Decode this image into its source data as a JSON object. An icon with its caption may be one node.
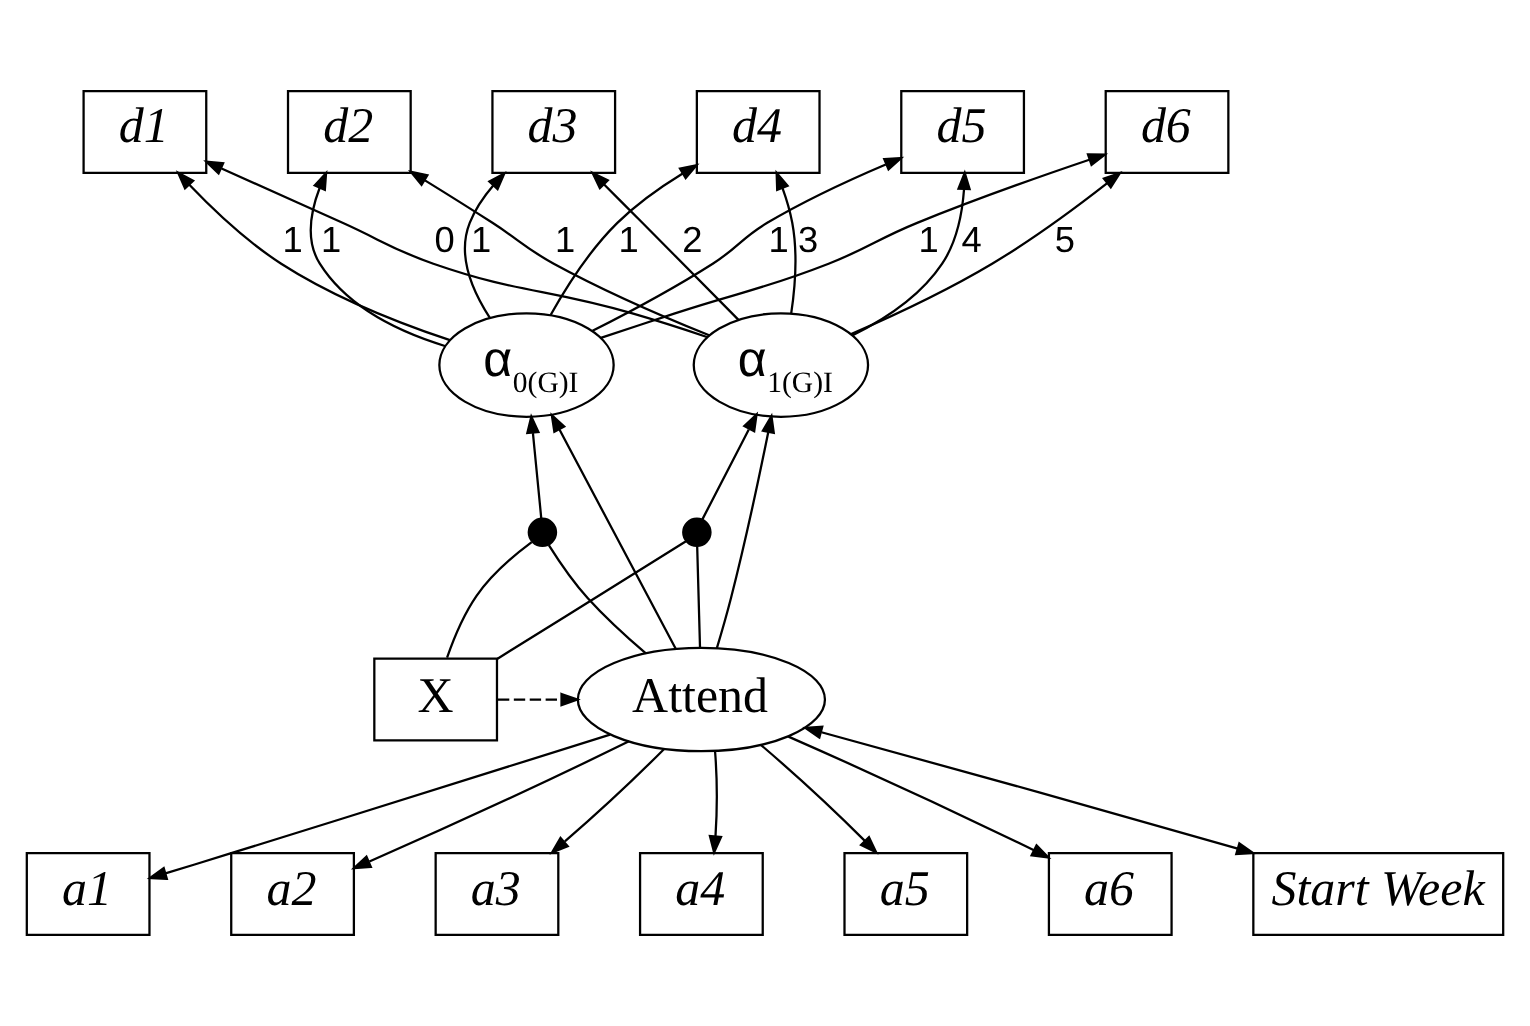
{
  "diagram": {
    "nodes": [
      {
        "text": [
          "d1"
        ]
      },
      {
        "text": [
          "d2"
        ]
      },
      {
        "text": [
          "d3"
        ]
      },
      {
        "text": [
          "d4"
        ]
      },
      {
        "text": [
          "d5"
        ]
      },
      {
        "text": [
          "d6"
        ]
      },
      {
        "text": [
          "α$_{0(G)I}$"
        ]
      },
      {
        "text": [
          "α$_{1(G)I}$"
        ]
      },
      {
        "text": [
          "X"
        ]
      },
      {
        "text": [],
        "shape": "circle"
      },
      {
        "text": [],
        "shape": "circle"
      },
      {
        "text": [
          "Attend"
        ]
      },
      {
        "text": [
          "a1"
        ]
      },
      {
        "text": [
          "a2"
        ]
      },
      {
        "text": [
          "a3"
        ]
      },
      {
        "text": [
          "a4"
        ]
      },
      {
        "text": [
          "a5"
        ]
      },
      {
        "text": [
          "a6"
        ]
      },
      {
        "text": [
          "Start Week"
        ]
      }
    ],
    "edges": [
      {
        "from": 6,
        "to": 0,
        "arrow": "to",
        "label": "1"
      },
      {
        "from": 6,
        "to": 1,
        "arrow": "to",
        "label": "1"
      },
      {
        "from": 6,
        "to": 2,
        "arrow": "to",
        "label": "1"
      },
      {
        "from": 6,
        "to": 3,
        "arrow": "to",
        "label": "1"
      },
      {
        "from": 6,
        "to": 4,
        "arrow": "to",
        "label": "1"
      },
      {
        "from": 6,
        "to": 5,
        "arrow": "to",
        "label": "1"
      },
      {
        "from": 7,
        "to": 0,
        "arrow": "to",
        "label": "0"
      },
      {
        "from": 7,
        "to": 1,
        "arrow": "to",
        "label": "1"
      },
      {
        "from": 7,
        "to": 2,
        "arrow": "to",
        "label": "2"
      },
      {
        "from": 7,
        "to": 3,
        "arrow": "to",
        "label": "3"
      },
      {
        "from": 7,
        "to": 4,
        "arrow": "to",
        "label": "4"
      },
      {
        "from": 7,
        "to": 5,
        "arrow": "to",
        "label": "5"
      },
      {
        "from": 8,
        "to": 9,
        "arrow": "none"
      },
      {
        "from": 9,
        "to": 6,
        "arrow": "to"
      },
      {
        "from": 8,
        "to": 10,
        "arrow": "none"
      },
      {
        "from": 10,
        "to": 7,
        "arrow": "to"
      },
      {
        "from": 11,
        "to": 9,
        "arrow": "none"
      },
      {
        "from": 11,
        "to": 10,
        "arrow": "none"
      },
      {
        "from": 11,
        "to": 6,
        "arrow": "to"
      },
      {
        "from": 11,
        "to": 7,
        "arrow": "to"
      },
      {
        "from": 8,
        "to": 11,
        "arrow": "to",
        "style": "dashed"
      },
      {
        "from": 11,
        "to": 12,
        "arrow": "to"
      },
      {
        "from": 11,
        "to": 13,
        "arrow": "to"
      },
      {
        "from": 11,
        "to": 14,
        "arrow": "to"
      },
      {
        "from": 11,
        "to": 15,
        "arrow": "to"
      },
      {
        "from": 11,
        "to": 16,
        "arrow": "to"
      },
      {
        "from": 11,
        "to": 17,
        "arrow": "to"
      },
      {
        "from": 11,
        "to": 18,
        "arrow": "both"
      }
    ]
  }
}
